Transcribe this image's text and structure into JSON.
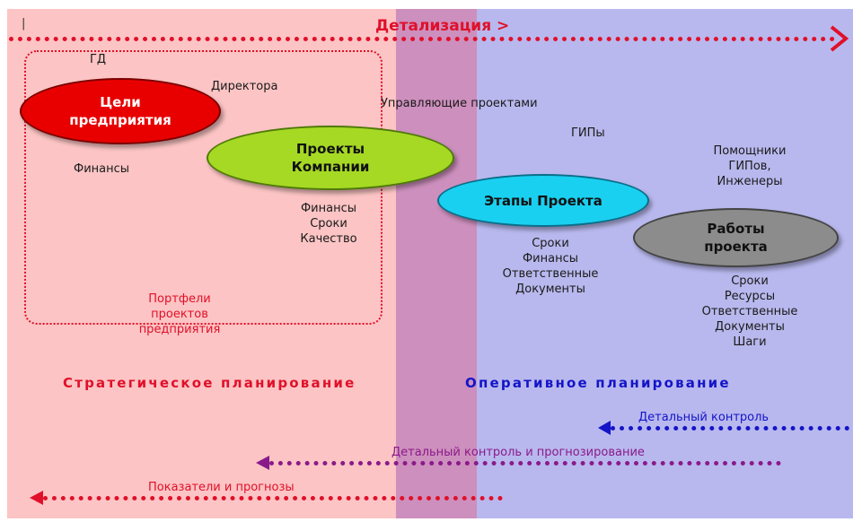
{
  "header": {
    "title": "Детализация >",
    "cursor": "|"
  },
  "colors": {
    "strategic_bg": "#fcc4c4",
    "overlap_bg": "#cd8fbd",
    "operative_bg": "#b8b8ee",
    "red": "#e0102a",
    "purple": "#8a1a8a",
    "blue": "#1414c8"
  },
  "roles": {
    "gd": "ГД",
    "directors": "Директора",
    "project_managers": "Управляющие проектами",
    "gips": "ГИПы",
    "assistants": "Помощники\nГИПов,\nИнженеры"
  },
  "shapes": {
    "goals": "Цели\nпредприятия",
    "company_projects": "Проекты\nКомпании",
    "project_stages": "Этапы Проекта",
    "project_works": "Работы\nпроекта"
  },
  "notes": {
    "goals_finance": "Финансы",
    "company_projects_items": "Финансы\nСроки\nКачество",
    "portfolio": "Портфели\nпроектов\nпредприятия",
    "stages_items": "Сроки\nФинансы\nОтветственные\nДокументы",
    "works_items": "Сроки\nРесурсы\nОтветственные\nДокументы\nШаги"
  },
  "planning": {
    "strategic": "Стратегическое планирование",
    "operative": "Оперативное планирование"
  },
  "arrows": {
    "detailed_control": "Детальный контроль",
    "control_forecast": "Детальный контроль и прогнозирование",
    "indicators": "Показатели и прогнозы"
  }
}
